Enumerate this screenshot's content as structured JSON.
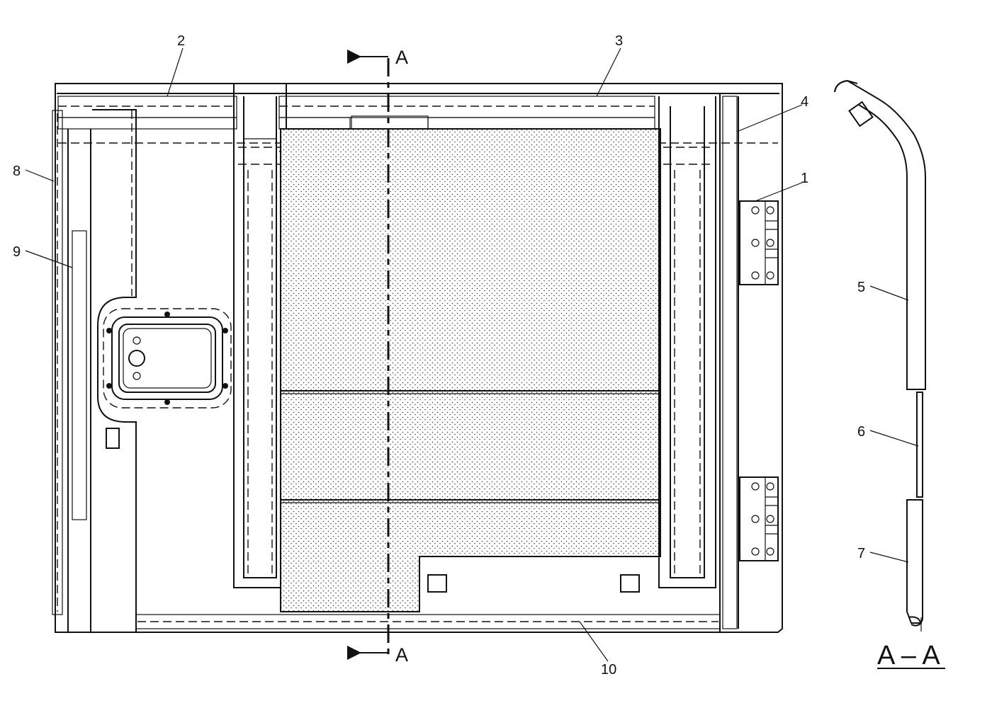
{
  "callouts": {
    "c1": "1",
    "c2": "2",
    "c3": "3",
    "c4": "4",
    "c5": "5",
    "c6": "6",
    "c7": "7",
    "c8": "8",
    "c9": "9",
    "c10": "10"
  },
  "section": {
    "marker_top": "A",
    "marker_bottom": "A",
    "title": "A – A"
  }
}
